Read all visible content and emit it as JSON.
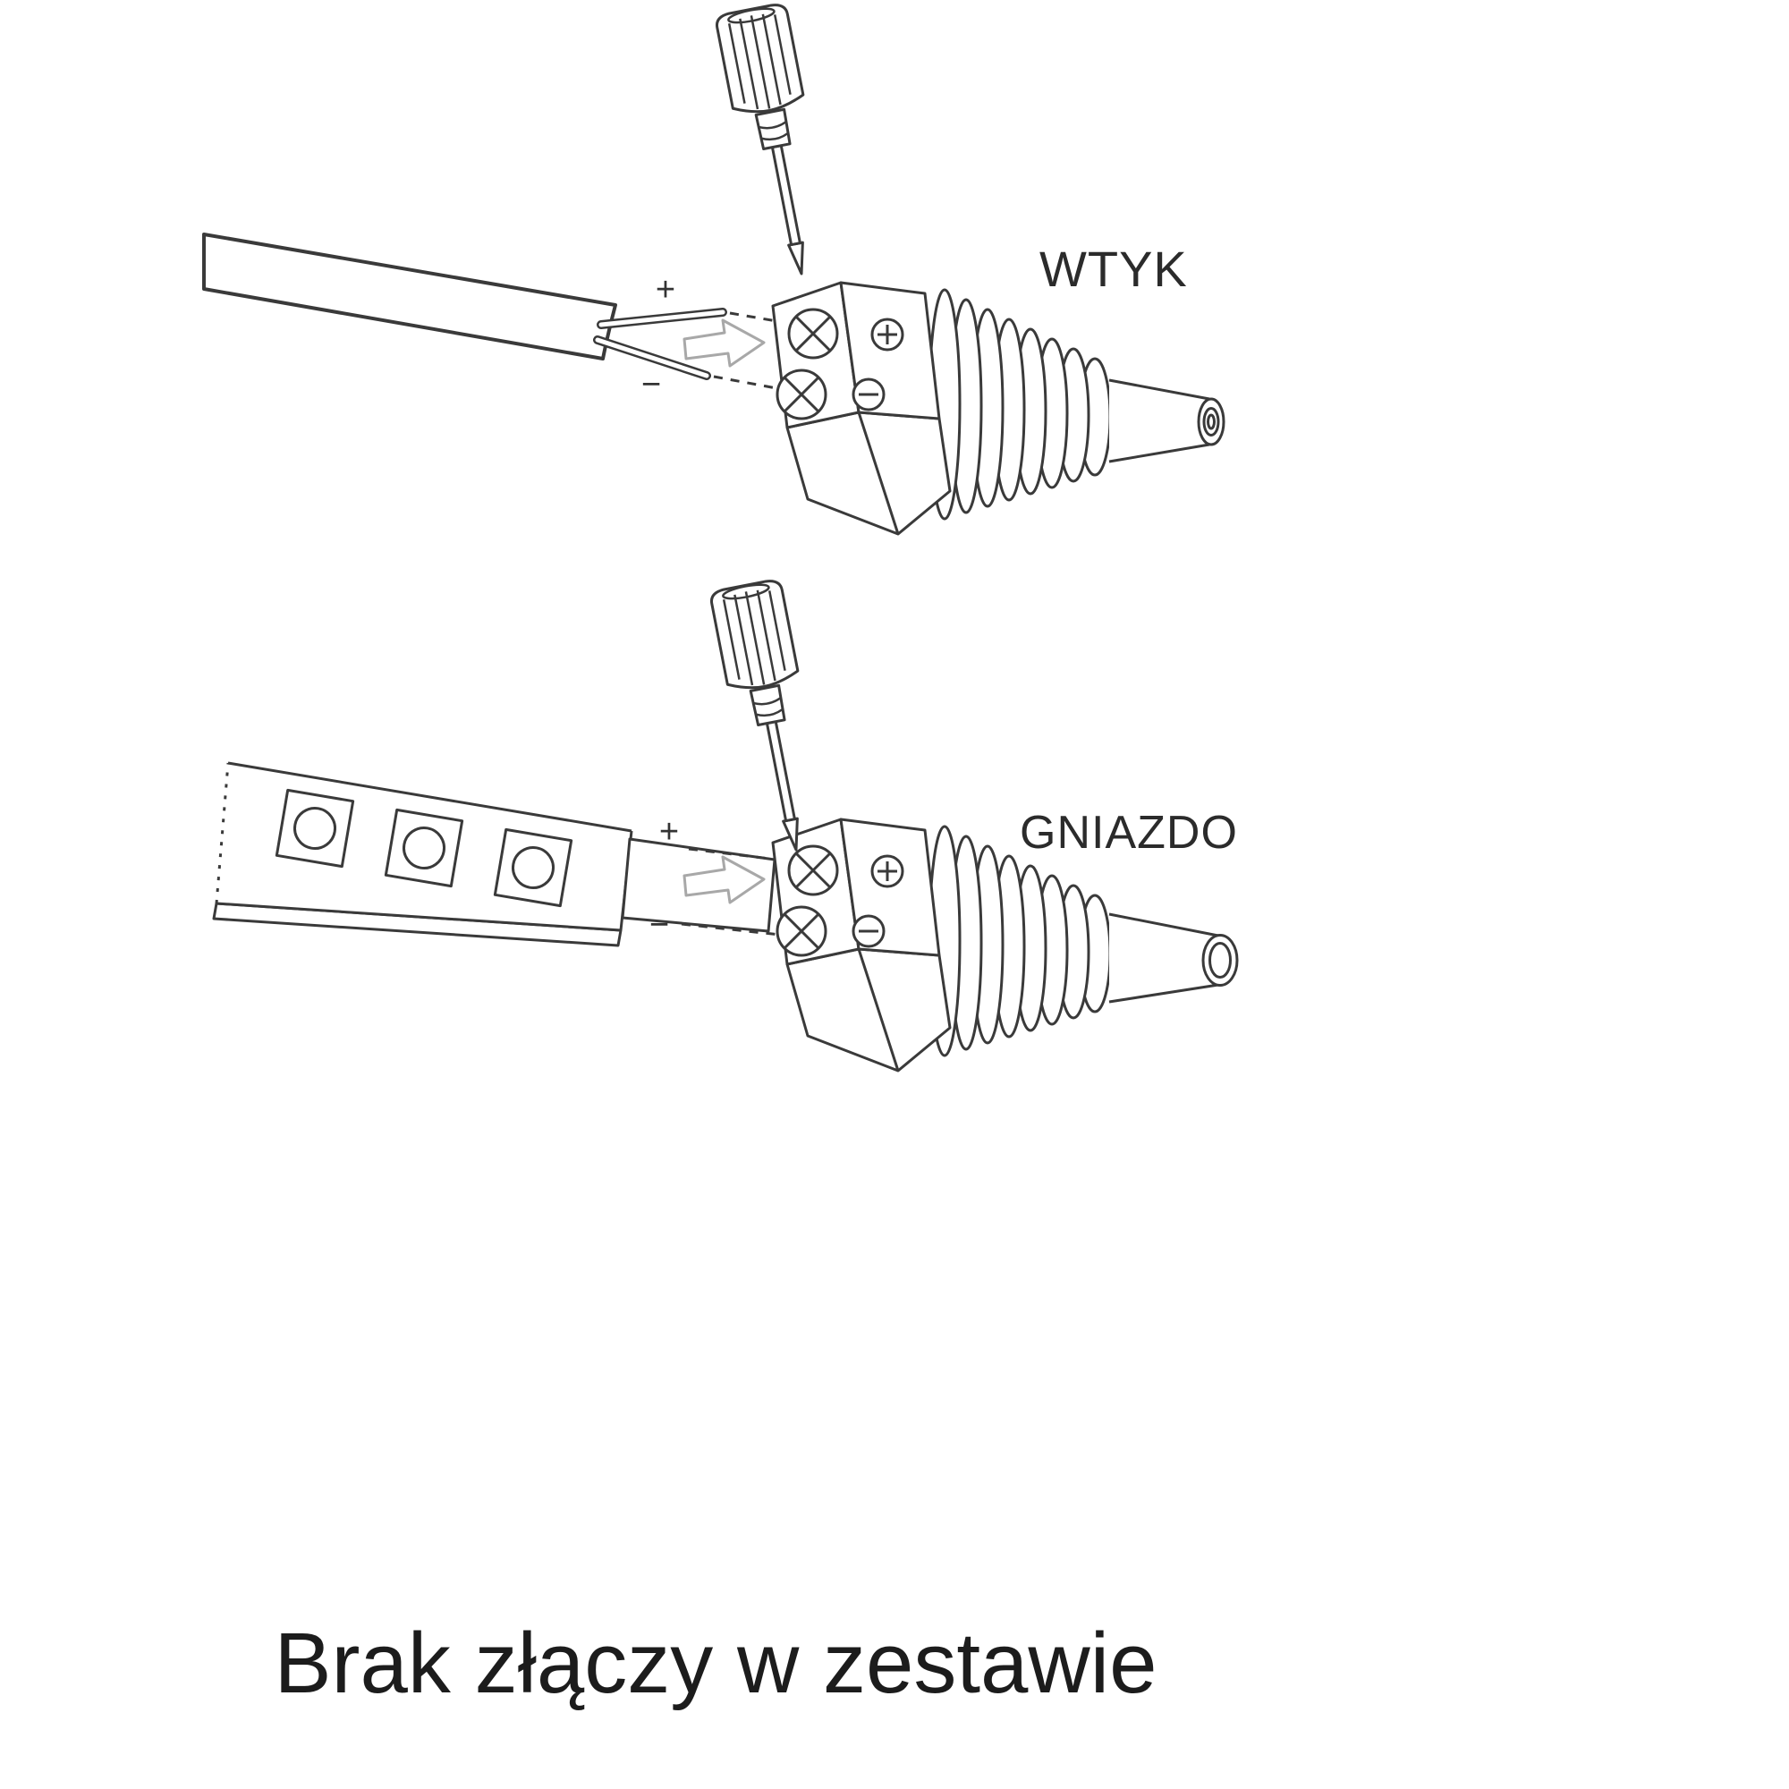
{
  "page": {
    "background": "#ffffff"
  },
  "plug_section": {
    "label": "WTYK",
    "plus": "+",
    "minus": "−"
  },
  "socket_section": {
    "label": "GNIAZDO",
    "plus": "+",
    "minus": "−"
  },
  "caption": "Brak złączy w zestawie",
  "colors": {
    "line": "#3a3a3a",
    "arrow": "#a8a8a8",
    "text": "#2b2b2b"
  },
  "icons": {
    "screwdriver": "screwdriver-icon",
    "insert_arrow": "insert-arrow-icon",
    "screw_head": "phillips-screw-icon",
    "plus_terminal": "plus-terminal-icon",
    "minus_terminal": "minus-terminal-icon"
  }
}
